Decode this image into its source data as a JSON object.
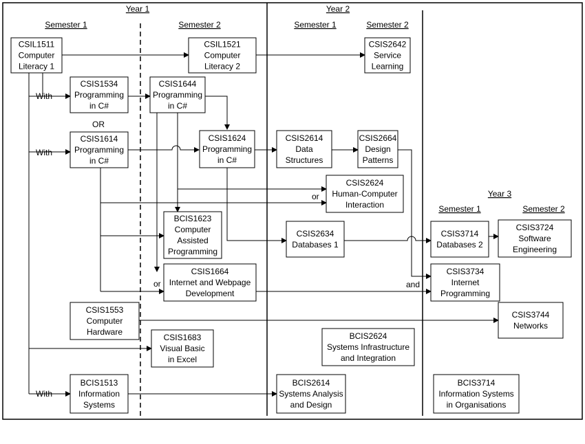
{
  "headers": {
    "year1": "Year 1",
    "year2": "Year 2",
    "year3": "Year 3",
    "y1_sem1": "Semester 1",
    "y1_sem2": "Semester 2",
    "y2_sem1": "Semester 1",
    "y2_sem2": "Semester 2",
    "y3_sem1": "Semester 1",
    "y3_sem2": "Semester 2"
  },
  "labels": {
    "with1": "With",
    "or_top": "OR",
    "with2": "With",
    "or_hci": "or",
    "or_internet": "or",
    "and_internet": "and",
    "with3": "With"
  },
  "courses": {
    "csil1511": [
      "CSIL1511",
      "Computer",
      "Literacy 1"
    ],
    "csil1521": [
      "CSIL1521",
      "Computer",
      "Literacy 2"
    ],
    "csis2642": [
      "CSIS2642",
      "Service",
      "Learning"
    ],
    "csis1534": [
      "CSIS1534",
      "Programming",
      "in C#"
    ],
    "csis1644": [
      "CSIS1644",
      "Programming",
      "in C#"
    ],
    "csis1614": [
      "CSIS1614",
      "Programming",
      "in C#"
    ],
    "csis1624": [
      "CSIS1624",
      "Programming",
      "in C#"
    ],
    "csis2614": [
      "CSIS2614",
      "Data",
      "Structures"
    ],
    "csis2664": [
      "CSIS2664",
      "Design",
      "Patterns"
    ],
    "csis2624": [
      "CSIS2624",
      "Human-Computer",
      "Interaction"
    ],
    "bcis1623": [
      "BCIS1623",
      "Computer",
      "Assisted",
      "Programming"
    ],
    "csis2634": [
      "CSIS2634",
      "Databases 1"
    ],
    "csis3714": [
      "CSIS3714",
      "Databases 2"
    ],
    "csis3724": [
      "CSIS3724",
      "Software",
      "Engineering"
    ],
    "csis1664": [
      "CSIS1664",
      "Internet and Webpage",
      "Development"
    ],
    "csis3734": [
      "CSIS3734",
      "Internet",
      "Programming"
    ],
    "csis1553": [
      "CSIS1553",
      "Computer",
      "Hardware"
    ],
    "csis3744": [
      "CSIS3744",
      "Networks"
    ],
    "csis1683": [
      "CSIS1683",
      "Visual Basic",
      "in Excel"
    ],
    "bcis2624": [
      "BCIS2624",
      "Systems Infrastructure",
      "and Integration"
    ],
    "bcis1513": [
      "BCIS1513",
      "Information",
      "Systems"
    ],
    "bcis2614": [
      "BCIS2614",
      "Systems Analysis",
      "and Design"
    ],
    "bcis3714": [
      "BCIS3714",
      "Information Systems",
      "in Organisations"
    ]
  }
}
